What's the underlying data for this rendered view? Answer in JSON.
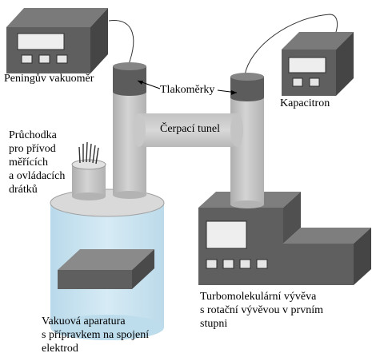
{
  "labels": {
    "penning": "Peningův vakuoměr",
    "gauges": "Tlakoměrky",
    "capacitron": "Kapacitron",
    "tunnel": "Čerpací tunel",
    "feedthrough": "Průchodka\npro přívod\nměřících\na ovládacích\ndrátků",
    "chamber": "Vakuová aparatura\ns přípravkem na spojení\nelektrod",
    "turbo": "Turbomolekulární vývěva\ns rotační vývěvou v prvním\nstupni"
  }
}
